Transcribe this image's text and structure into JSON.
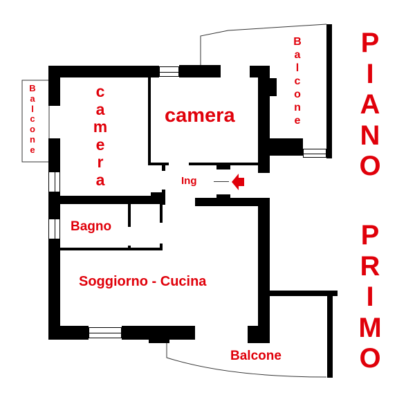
{
  "title_vertical": {
    "word1": "PIANO",
    "word2": "PRIMO"
  },
  "rooms": {
    "camera_left": "camera",
    "camera_right": "camera",
    "bagno": "Bagno",
    "soggiorno": "Soggiorno - Cucina",
    "ingresso": "Ing"
  },
  "balconies": {
    "left": "Balcone",
    "top_right": "Balcone",
    "bottom": "Balcone"
  },
  "colors": {
    "label": "#e0000a",
    "wall": "#000000",
    "background": "#ffffff"
  },
  "icons": {
    "entrance": "red-arrow-left-icon"
  }
}
